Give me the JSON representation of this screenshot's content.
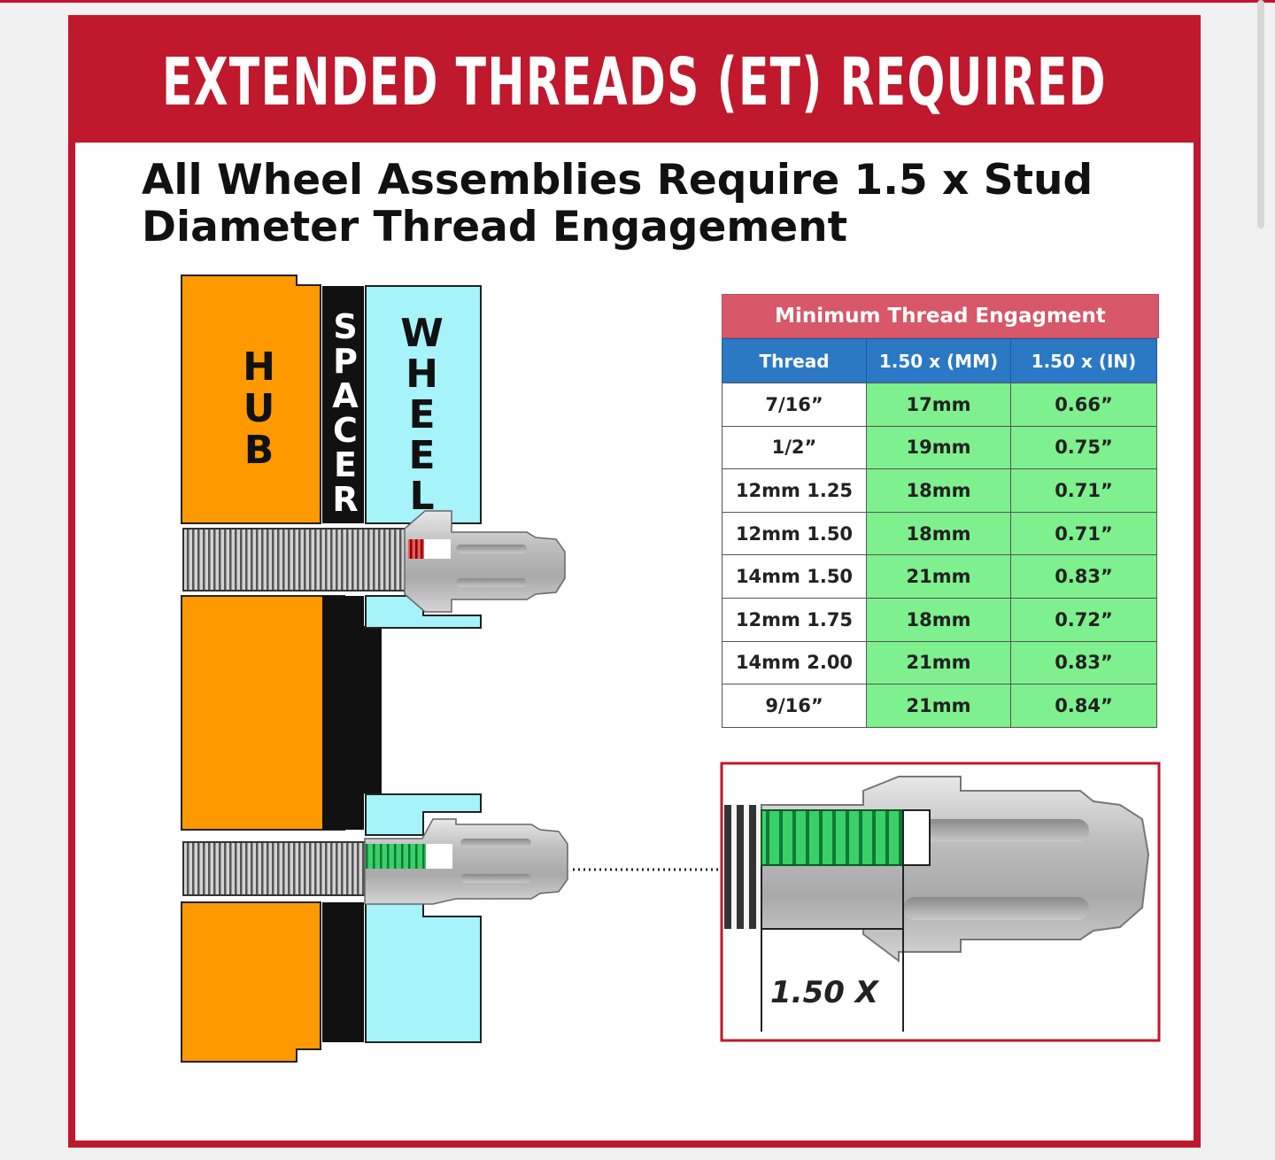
{
  "banner": {
    "title": "EXTENDED THREADS (ET) REQUIRED"
  },
  "subtitle": "All Wheel Assemblies Require 1.5 x Stud Diameter Thread Engagement",
  "diagram": {
    "hub_label": "HUB",
    "spacer_label": "SPACER",
    "wheel_label": "WHEEL",
    "zoom_label": "1.50 X",
    "colors": {
      "banner_red": "#c0182c",
      "hub_orange": "#ff9900",
      "wheel_cyan": "#a6f3fa",
      "spacer_black": "#111111",
      "engaged_green": "#22c55e",
      "insufficient_red": "#d11a2a"
    }
  },
  "table": {
    "title": "Minimum Thread Engagment",
    "headers": [
      "Thread",
      "1.50 x (MM)",
      "1.50 x (IN)"
    ],
    "rows": [
      [
        "7/16”",
        "17mm",
        "0.66”"
      ],
      [
        "1/2”",
        "19mm",
        "0.75”"
      ],
      [
        "12mm 1.25",
        "18mm",
        "0.71”"
      ],
      [
        "12mm 1.50",
        "18mm",
        "0.71”"
      ],
      [
        "14mm 1.50",
        "21mm",
        "0.83”"
      ],
      [
        "12mm 1.75",
        "18mm",
        "0.72”"
      ],
      [
        "14mm 2.00",
        "21mm",
        "0.83”"
      ],
      [
        "9/16”",
        "21mm",
        "0.84”"
      ]
    ]
  }
}
